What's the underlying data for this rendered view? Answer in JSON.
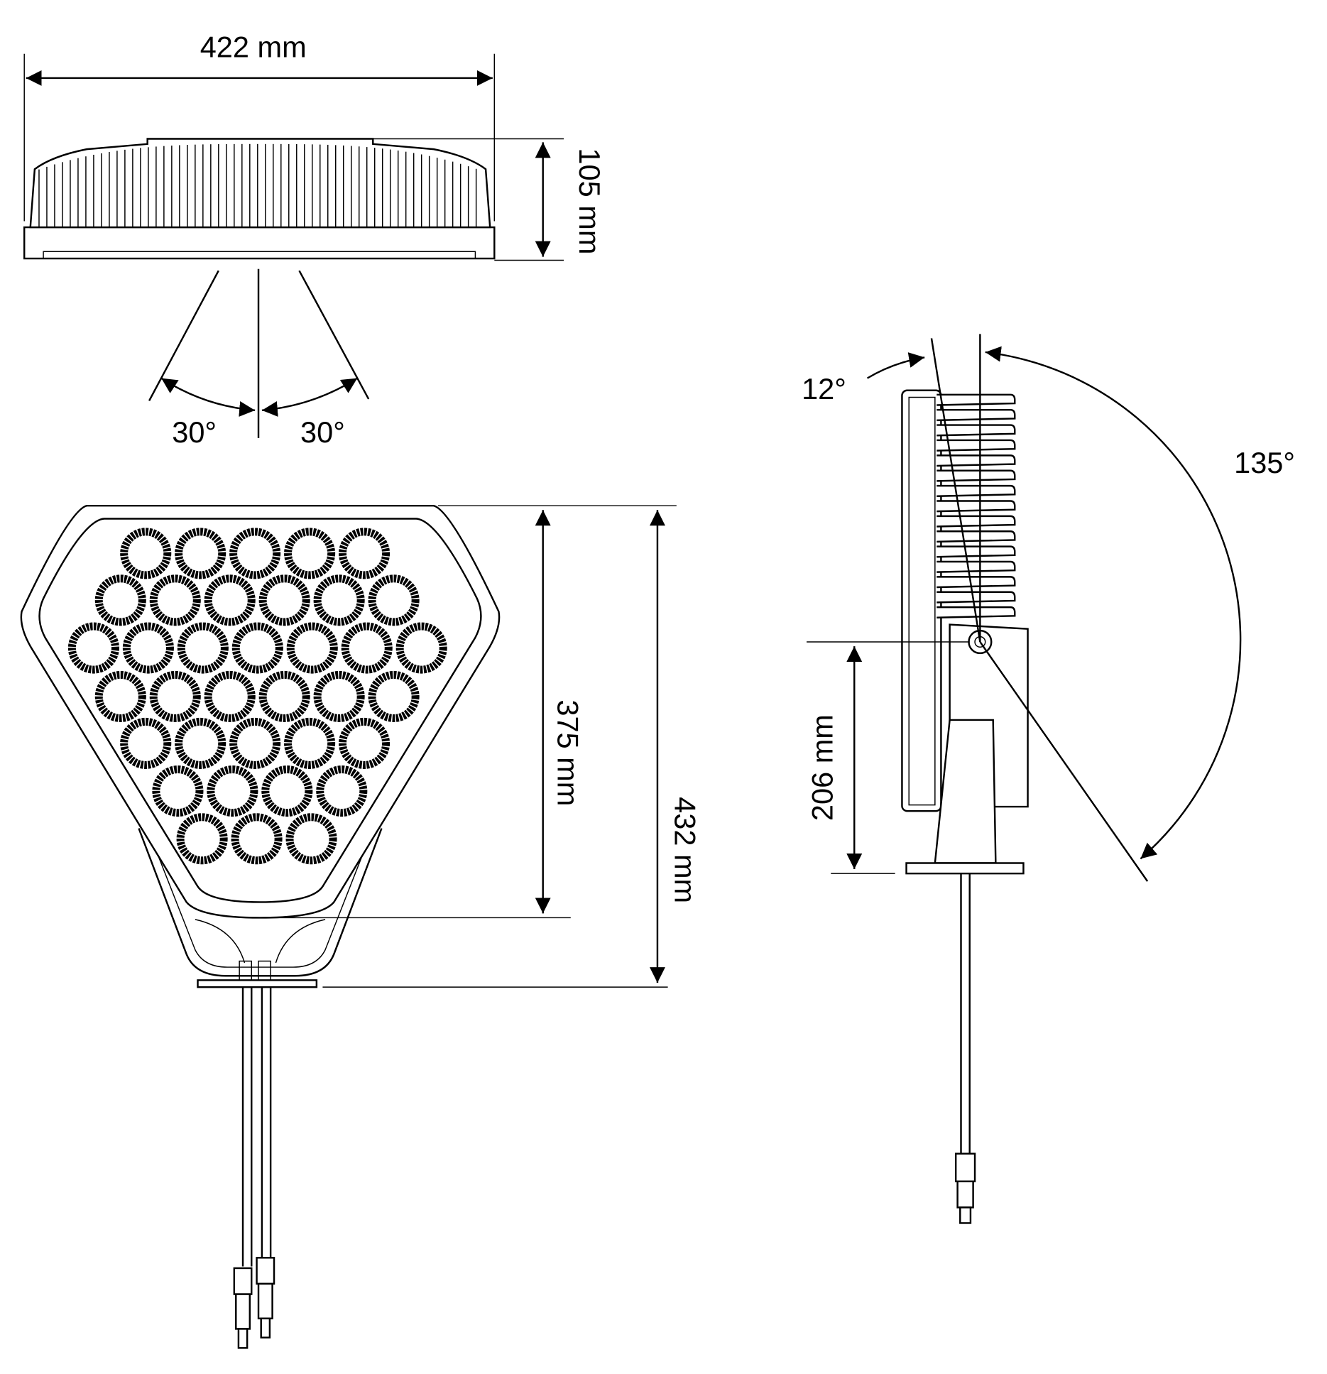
{
  "drawing": {
    "top_view": {
      "width_label": "422 mm",
      "height_label": "105 mm",
      "beam_left_label": "30°",
      "beam_right_label": "30°"
    },
    "front_view": {
      "inner_height_label": "375 mm",
      "total_height_label": "432 mm"
    },
    "side_view": {
      "tilt_label": "12°",
      "rotation_label": "135°",
      "mount_height_label": "206 mm"
    }
  }
}
